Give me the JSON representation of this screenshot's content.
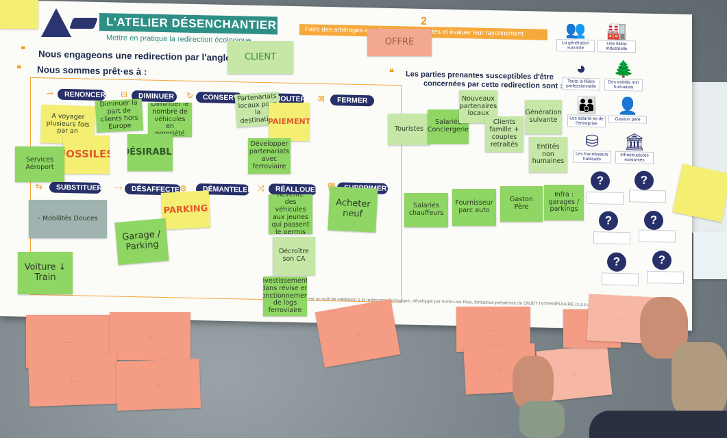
{
  "poster": {
    "title": "L'ATELIER DÉSENCHANTIER !",
    "subtitle": "Mettre en pratique la redirection écologique",
    "line1": "Nous engageons une redirection par l'angle de :",
    "line2": "Nous sommes prêt·es à :",
    "step_number": "2",
    "step2_banner": "Faire des arbitrages avec les parties prenantes et évaluer leur rayonnement",
    "stakeholders_heading_1": "Les parties prenantes susceptibles d'être",
    "stakeholders_heading_2": "concernées par cette redirection sont :",
    "footer": "est un outil de médiation à la redirection écologique, développé par Anne-Lise Rias, fondatrice-présidente de OBJET INTERMÉDIAIRE (s.a.s.u)"
  },
  "actions": [
    {
      "label": "RENONCER"
    },
    {
      "label": "DIMINUER"
    },
    {
      "label": "CONSERVER"
    },
    {
      "label": "AJOUTER"
    },
    {
      "label": "FERMER"
    },
    {
      "label": "SUBSTITUER"
    },
    {
      "label": "DÉSAFFECTER"
    },
    {
      "label": "DÉMANTELER"
    },
    {
      "label": "RÉALLOUER"
    },
    {
      "label": "SUPPRIMER"
    }
  ],
  "icon_colors": {
    "navy": "#28306a",
    "orange": "#f09a1e",
    "teal": "#2e8f86"
  },
  "stakeholder_icons": [
    {
      "label": "La génération suivante",
      "icon": "people-icon"
    },
    {
      "label": "Une filière industrielle",
      "icon": "factory-icon"
    },
    {
      "label": "Toute la filière professionnelle",
      "icon": "pie-chart-icon"
    },
    {
      "label": "Des entités non humaines",
      "icon": "trees-icon"
    },
    {
      "label": "Les salarié·es de l'entreprise",
      "icon": "group-icon"
    },
    {
      "label": "Gestion père",
      "icon": "person-icon"
    },
    {
      "label": "Les fournisseurs habituels",
      "icon": "coins-icon"
    },
    {
      "label": "Infrastructures existantes",
      "icon": "building-icon"
    }
  ],
  "notes": {
    "angle_client": "CLIENT",
    "angle_offre": "OFFRE",
    "renoncer": "A voyager plusieurs fois par an",
    "fossiles": "FOSSILES",
    "services_aeroport": "Services Aéroport",
    "diminuer_1": "Diminuer la part de clients hors Europe",
    "diminuer_2": "Diminuer le nombre de véhicules en propriété",
    "desirable": "DÉSIRABLE",
    "conserver_1": "Partenariats locaux pour la destination",
    "conserver_2": "Développer partenariats avec ferroviaire",
    "paiement": "PAIEMENT",
    "mobilites_douces": "- Mobilités Douces",
    "parking": "PARKING",
    "garage_parking": "Garage / Parking",
    "voiture_train": "Voiture ↓ Train",
    "revente": "Revente des véhicules aux jeunes qui passent le permis",
    "acheter_neuf": "Acheter neuf",
    "decroitre_ca": "Décroître son CA",
    "investissement": "Investissements dans révise en fonctionnement de logs ferroviaire",
    "sh_touristes": "Touristes",
    "sh_salaries_conciergerie": "Salariés Conciergerie",
    "sh_nouveaux_partenaires": "Nouveaux partenaires locaux",
    "sh_generation_suivante": "Génération suivante",
    "sh_clients_famille": "Clients famille + couples retraités",
    "sh_entites_non_humaines": "Entités non humaines",
    "sh_salaries_chauffeurs": "Salariés chauffeurs",
    "sh_fournisseur_auto": "Fournisseur parc auto",
    "sh_gaston_pere": "Gaston Père",
    "sh_infra": "Infra : garages / parkings"
  }
}
